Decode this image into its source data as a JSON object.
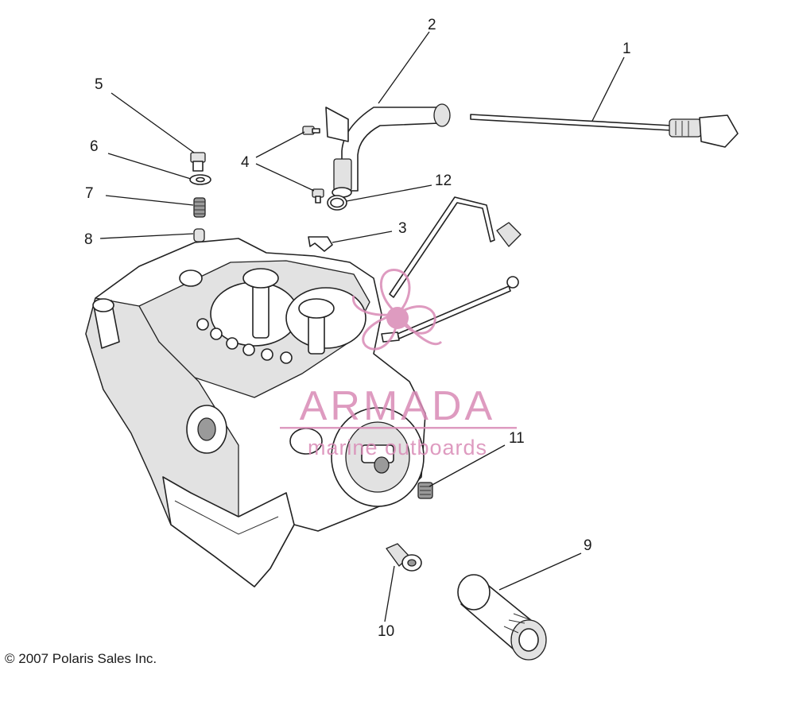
{
  "callouts": [
    {
      "id": "c1",
      "label": "1"
    },
    {
      "id": "c2",
      "label": "2"
    },
    {
      "id": "c3",
      "label": "3"
    },
    {
      "id": "c4",
      "label": "4"
    },
    {
      "id": "c5",
      "label": "5"
    },
    {
      "id": "c6",
      "label": "6"
    },
    {
      "id": "c7",
      "label": "7"
    },
    {
      "id": "c8",
      "label": "8"
    },
    {
      "id": "c9",
      "label": "9"
    },
    {
      "id": "c10",
      "label": "10"
    },
    {
      "id": "c11",
      "label": "11"
    },
    {
      "id": "c12",
      "label": "12"
    }
  ],
  "watermark": {
    "brand": "ARMADA",
    "tagline": "marine outboards",
    "color": "#d98ab6"
  },
  "copyright": "© 2007 Polaris Sales Inc."
}
